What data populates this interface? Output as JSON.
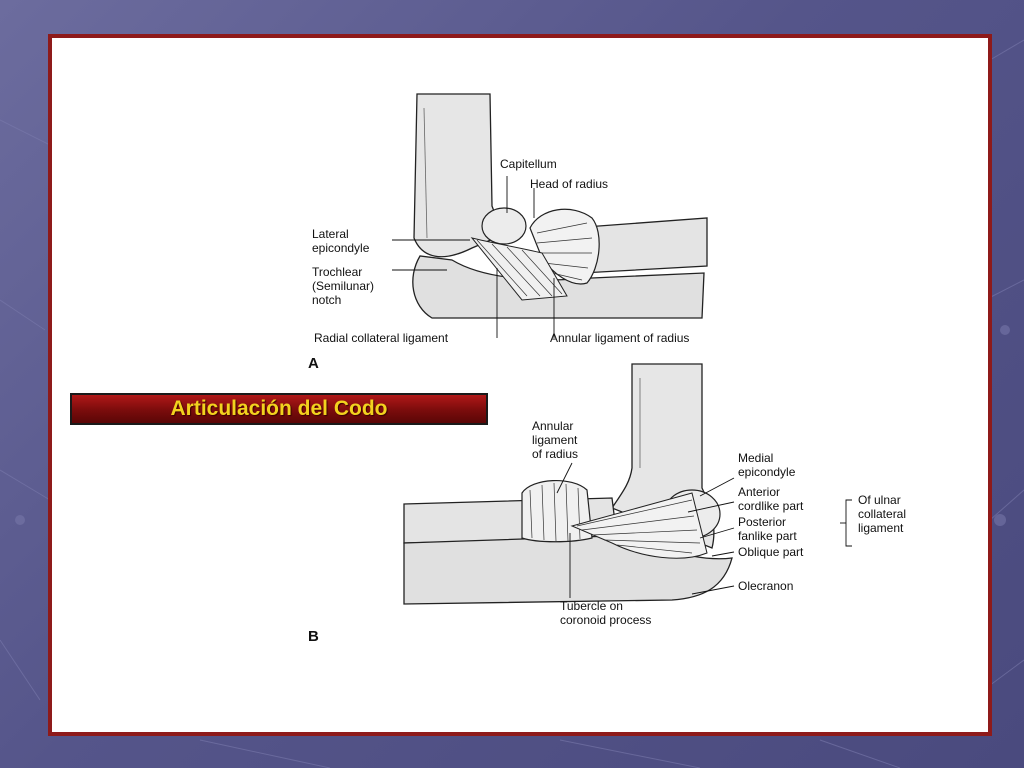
{
  "slide": {
    "title": "Articulación del Codo"
  },
  "diagram_a": {
    "panel_label": "A",
    "labels": {
      "capitellum": "Capitellum",
      "head_of_radius": "Head of radius",
      "lateral_epicondyle_1": "Lateral",
      "lateral_epicondyle_2": "epicondyle",
      "trochlear_1": "Trochlear",
      "trochlear_2": "(Semilunar)",
      "trochlear_3": "notch",
      "radial_collateral_ligament": "Radial collateral ligament",
      "annular_ligament_of_radius": "Annular ligament of radius"
    }
  },
  "diagram_b": {
    "panel_label": "B",
    "labels": {
      "annular_1": "Annular",
      "annular_2": "ligament",
      "annular_3": "of radius",
      "medial_epicondyle_1": "Medial",
      "medial_epicondyle_2": "epicondyle",
      "anterior_1": "Anterior",
      "anterior_2": "cordlike part",
      "posterior_1": "Posterior",
      "posterior_2": "fanlike part",
      "oblique_part": "Oblique part",
      "ulnar_1": "Of ulnar",
      "ulnar_2": "collateral",
      "ulnar_3": "ligament",
      "olecranon": "Olecranon",
      "tubercle_1": "Tubercle on",
      "tubercle_2": "coronoid process"
    }
  },
  "colors": {
    "background": "#55558a",
    "frame_border": "#8e1a1a",
    "banner": "#8a1010",
    "banner_text": "#f2d21e",
    "bone_fill": "#e6e6e6"
  }
}
